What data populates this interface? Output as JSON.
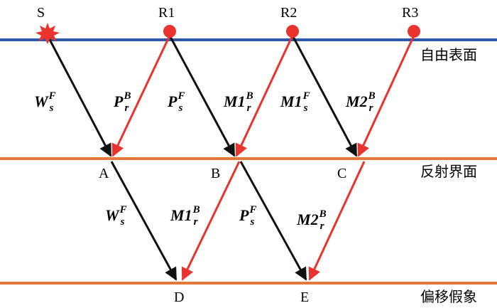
{
  "colors": {
    "surface_line": "#2e58a8",
    "interface_line": "#e2783a",
    "downgoing_ray": "#111111",
    "upgoing_ray": "#e8332e",
    "receiver": "#e8332e",
    "source_burst": "#e8332e"
  },
  "layers": {
    "surface": "自由表面",
    "reflector": "反射界面",
    "image": "偏移假象"
  },
  "stations": {
    "source": "S",
    "r1": "R1",
    "r2": "R2",
    "r3": "R3"
  },
  "points": {
    "a": "A",
    "b": "B",
    "c": "C",
    "d": "D",
    "e": "E"
  },
  "rays": {
    "ws_upper": {
      "main": "W",
      "sup": "F",
      "sub": "s"
    },
    "pr_upper": {
      "main": "P",
      "sup": "B",
      "sub": "r"
    },
    "ps_upper": {
      "main": "P",
      "sup": "F",
      "sub": "s"
    },
    "m1r_upper": {
      "main": "M",
      "index": "1",
      "sup": "B",
      "sub": "r"
    },
    "m1s_upper": {
      "main": "M",
      "index": "1",
      "sup": "F",
      "sub": "s"
    },
    "m2r_upper": {
      "main": "M",
      "index": "2",
      "sup": "B",
      "sub": "r"
    },
    "ws_lower": {
      "main": "W",
      "sup": "F",
      "sub": "s"
    },
    "m1r_lower": {
      "main": "M",
      "index": "1",
      "sup": "B",
      "sub": "r"
    },
    "ps_lower": {
      "main": "P",
      "sup": "F",
      "sub": "s"
    },
    "m2r_lower": {
      "main": "M",
      "index": "2",
      "sup": "B",
      "sub": "r"
    }
  }
}
